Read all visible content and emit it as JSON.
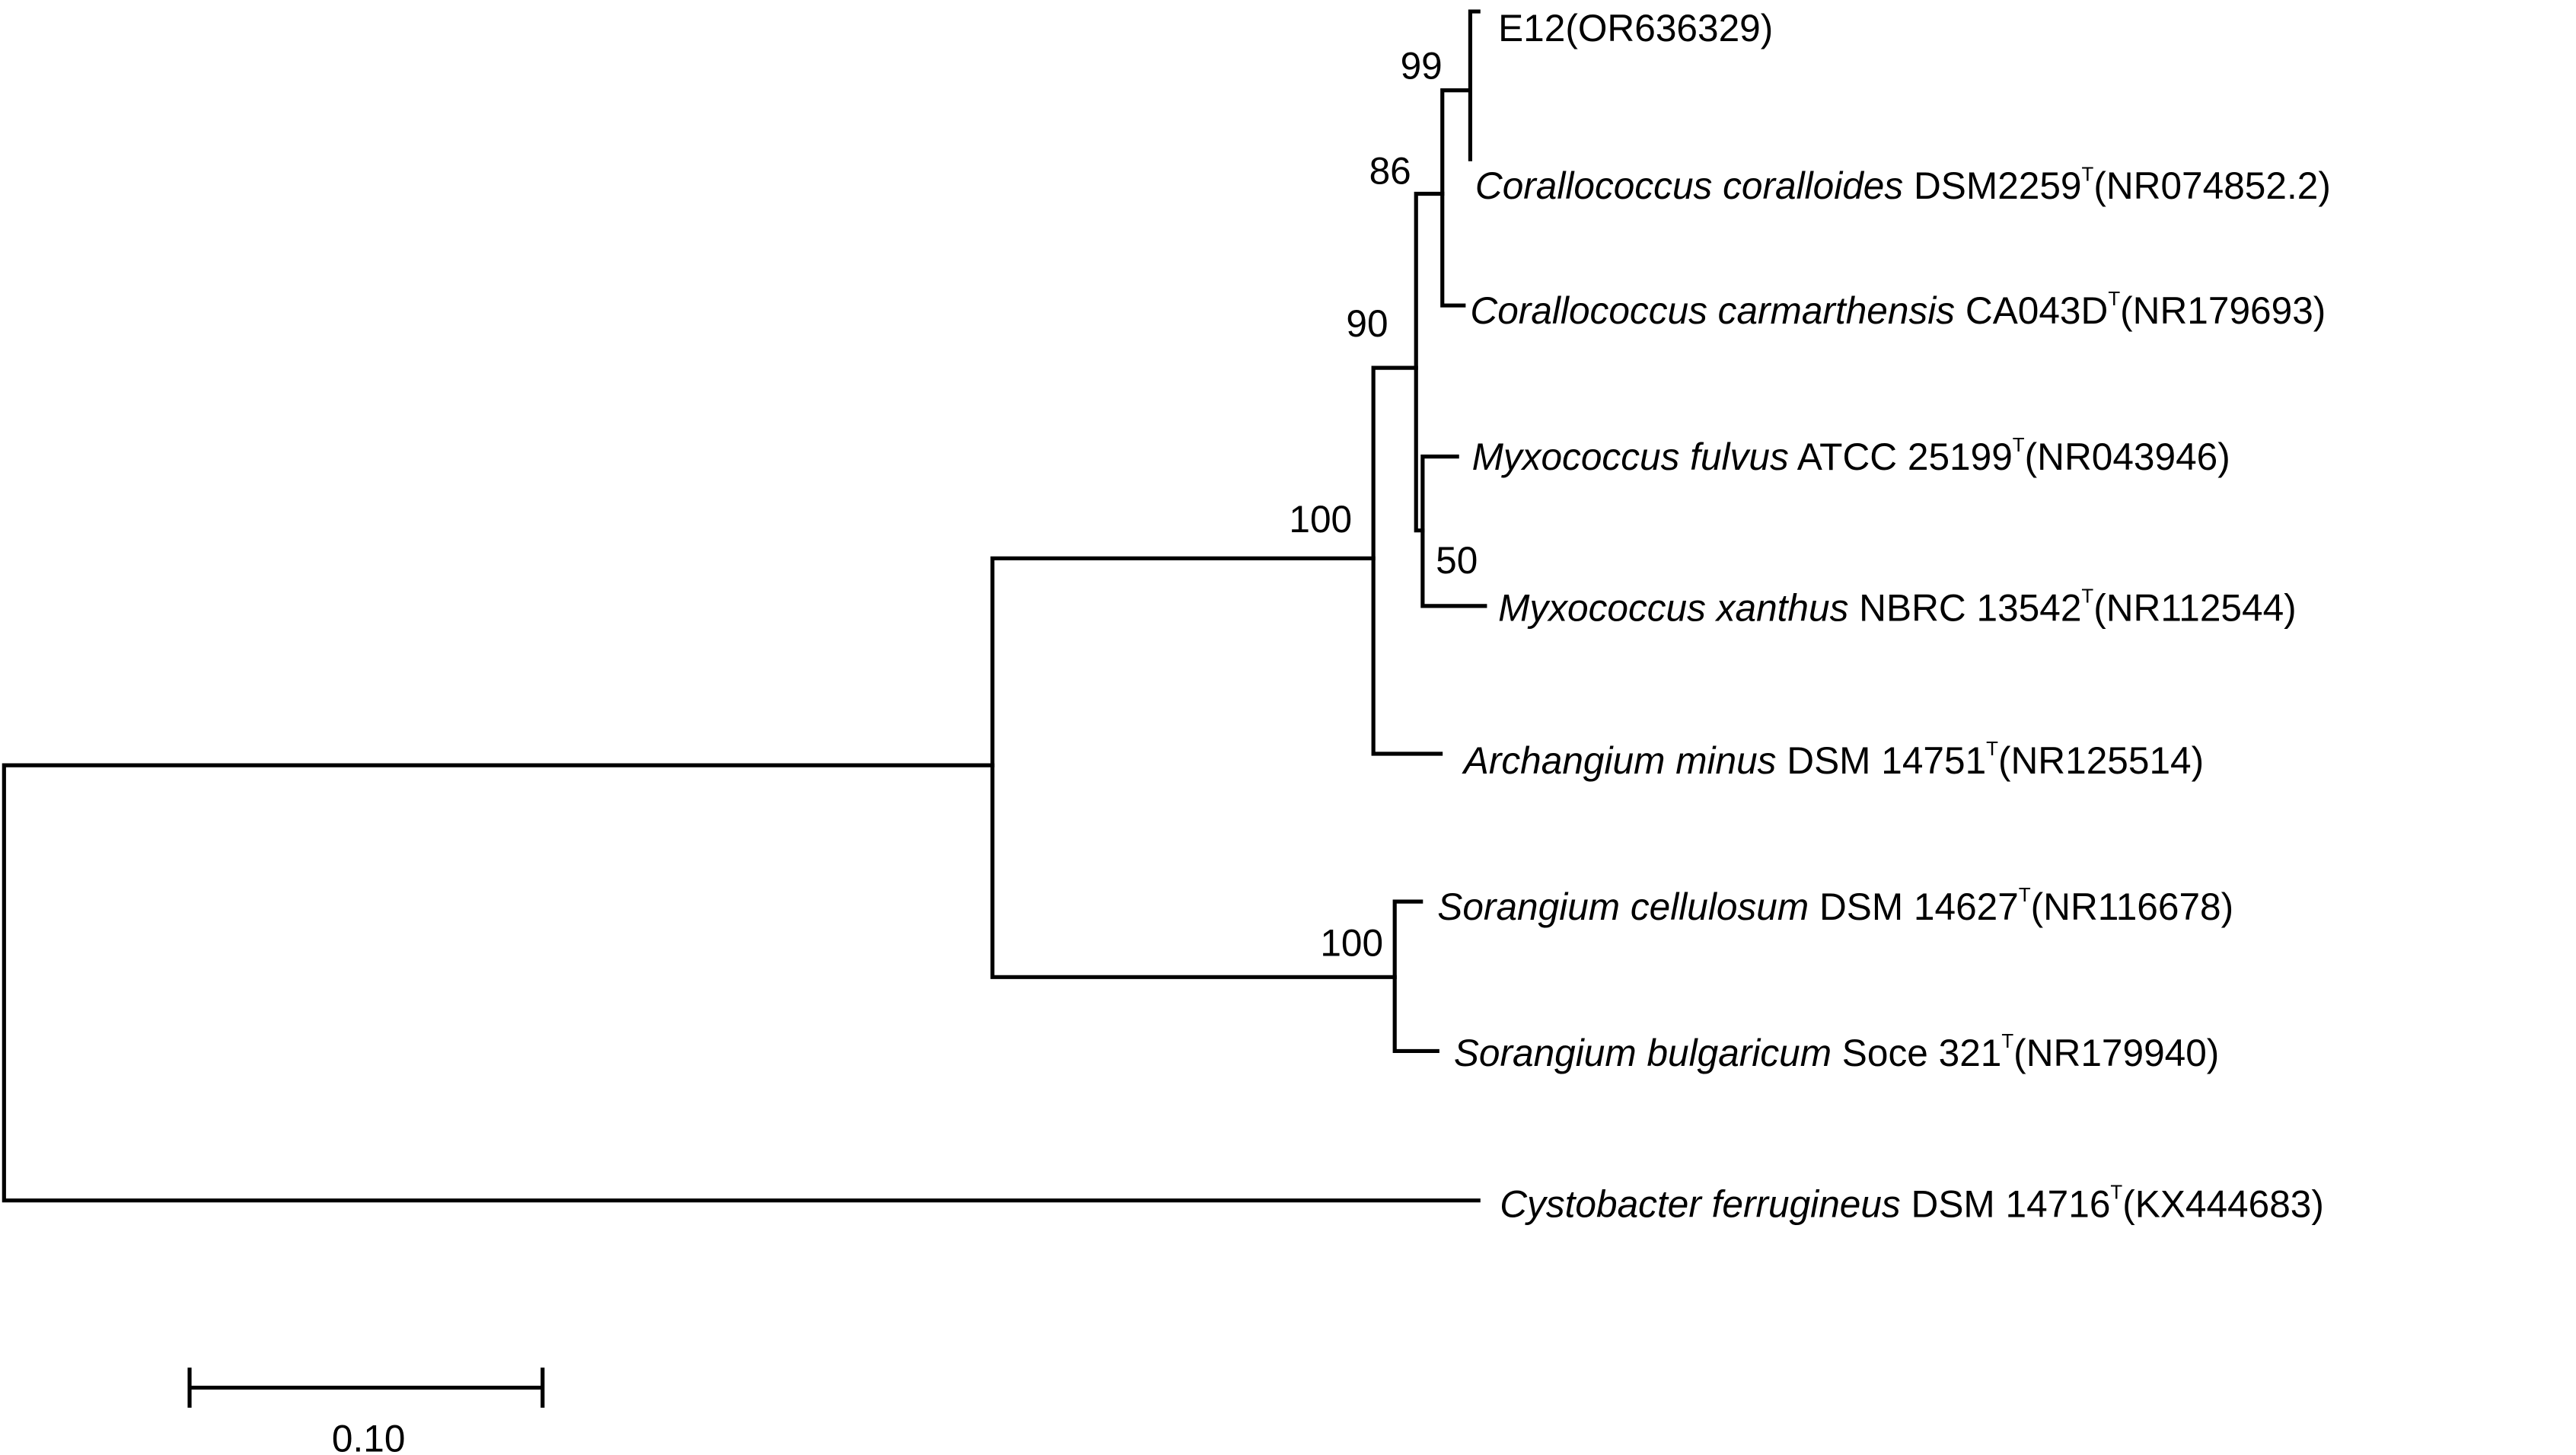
{
  "figure": {
    "type": "phylogenetic-tree",
    "taxa": [
      {
        "species": "",
        "strain": "E12",
        "type_strain": "",
        "accession": "(OR636329)"
      },
      {
        "species": "Corallococcus coralloides",
        "strain": " DSM2259",
        "type_strain": "T",
        "accession": "(NR074852.2)"
      },
      {
        "species": "Corallococcus carmarthensis",
        "strain": " CA043D",
        "type_strain": "T",
        "accession": "(NR179693)"
      },
      {
        "species": "Myxococcus fulvus",
        "strain": " ATCC 25199",
        "type_strain": "T",
        "accession": "(NR043946)"
      },
      {
        "species": "Myxococcus xanthus",
        "strain": " NBRC 13542",
        "type_strain": "T",
        "accession": "(NR112544)"
      },
      {
        "species": "Archangium minus",
        "strain": " DSM 14751",
        "type_strain": "T",
        "accession": "(NR125514)"
      },
      {
        "species": "Sorangium cellulosum",
        "strain": " DSM 14627",
        "type_strain": "T",
        "accession": "(NR116678)"
      },
      {
        "species": "Sorangium bulgaricum",
        "strain": " Soce 321",
        "type_strain": "T",
        "accession": "(NR179940)"
      },
      {
        "species": "Cystobacter ferrugineus",
        "strain": " DSM 14716",
        "type_strain": "T",
        "accession": "(KX444683)"
      }
    ],
    "bootstrap": {
      "e12_coralloides": "99",
      "corallococcus": "86",
      "corallo_myxo": "90",
      "myxococcus": "50",
      "archangium_clade": "100",
      "sorangium": "100"
    },
    "scale_bar": {
      "label": "0.10",
      "value": 0.1
    }
  }
}
